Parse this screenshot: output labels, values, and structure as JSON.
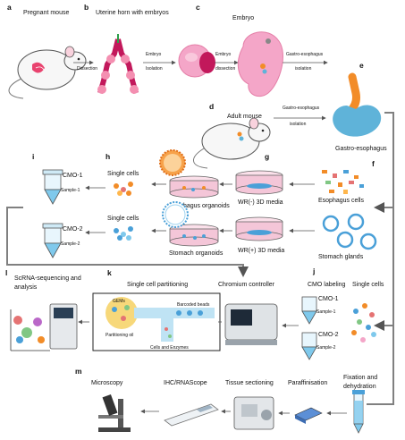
{
  "panels": {
    "a": {
      "letter": "a",
      "label": "Pregnant mouse"
    },
    "b": {
      "letter": "b",
      "label": "Uterine horn with embryos",
      "arrow1": "Dissection",
      "arrow2a": "Embryo",
      "arrow2b": "Isolation"
    },
    "c": {
      "letter": "c",
      "label": "Embryo",
      "arrow1a": "Embryo",
      "arrow1b": "dissection",
      "arrow2a": "Gastro-esophagus",
      "arrow2b": "isolation"
    },
    "d": {
      "letter": "d",
      "label": "Adult mouse",
      "arrow1a": "Gastro-esophagus",
      "arrow1b": "isolation"
    },
    "e": {
      "letter": "e",
      "label": "Gastro-esophagus"
    },
    "f": {
      "letter": "f",
      "label1": "Esophagus cells",
      "label2": "Stomach glands"
    },
    "g": {
      "letter": "g",
      "media1": "WR(-) 3D media",
      "media2": "WR(+) 3D media",
      "organoid1": "Esophagus organoids",
      "organoid2": "Stomach organoids"
    },
    "h": {
      "letter": "h",
      "label1": "Single cells",
      "label2": "Single cells"
    },
    "i": {
      "letter": "i",
      "cmo1": "CMO-1",
      "sample1": "Sample-1",
      "cmo2": "CMO-2",
      "sample2": "Sample-2"
    },
    "j": {
      "letter": "j",
      "label1": "CMO labeling",
      "label2": "Single cells",
      "cmo1": "CMO-1",
      "sample1": "Sample-1",
      "cmo2": "CMO-2",
      "sample2": "Sample-2"
    },
    "k": {
      "letter": "k",
      "label1": "Single cell partitioning",
      "label2": "Chromium controller",
      "gems": "GEMs",
      "beads": "Barcoded beads",
      "oil": "Partitioning oil",
      "enzymes": "Cells and Enzymes"
    },
    "l": {
      "letter": "l",
      "label1": "ScRNA-sequencing and",
      "label2": "analysis"
    },
    "m": {
      "letter": "m",
      "microscopy": "Microscopy",
      "ihc": "IHC/RNAScope",
      "sectioning": "Tissue sectioning",
      "paraffin": "Paraffinisation",
      "fixation1": "Fixation and",
      "fixation2": "dehydration"
    }
  },
  "colors": {
    "esophagus": "#f28c28",
    "stomach": "#5fb3d9",
    "embryo": "#f4a6c8",
    "embryo_dark": "#d81b60",
    "mouse_body": "#f7f7f7",
    "mouse_outline": "#555555",
    "connector": "#808080",
    "cell_blue": "#4aa0d8",
    "tube_blue": "#7fc9ec",
    "dish_pink": "#f4c6d8",
    "green": "#2e9e4a"
  }
}
